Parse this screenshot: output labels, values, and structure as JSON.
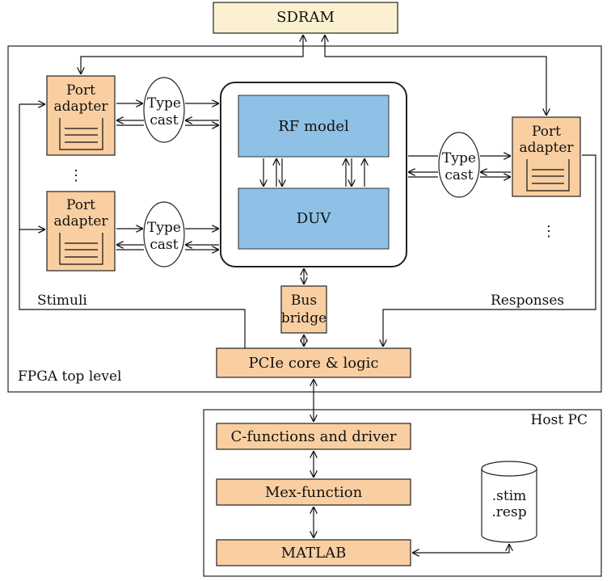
{
  "sdram": "SDRAM",
  "fpga_label": "FPGA top level",
  "host_label": "Host PC",
  "stimuli_label": "Stimuli",
  "responses_label": "Responses",
  "port_adapter": {
    "line1": "Port",
    "line2": "adapter"
  },
  "type_cast": {
    "line1": "Type",
    "line2": "cast"
  },
  "rf_model": "RF model",
  "duv": "DUV",
  "bus_bridge": {
    "line1": "Bus",
    "line2": "bridge"
  },
  "pcie": "PCIe core & logic",
  "c_functions": "C-functions and driver",
  "mex_function": "Mex-function",
  "matlab": "MATLAB",
  "file_store": {
    "line1": ".stim",
    "line2": ".resp"
  },
  "ellipsis": "⋮",
  "colors": {
    "orange": "#f9cfa1",
    "blue": "#8fc0e6",
    "cream": "#fbf0cf"
  }
}
